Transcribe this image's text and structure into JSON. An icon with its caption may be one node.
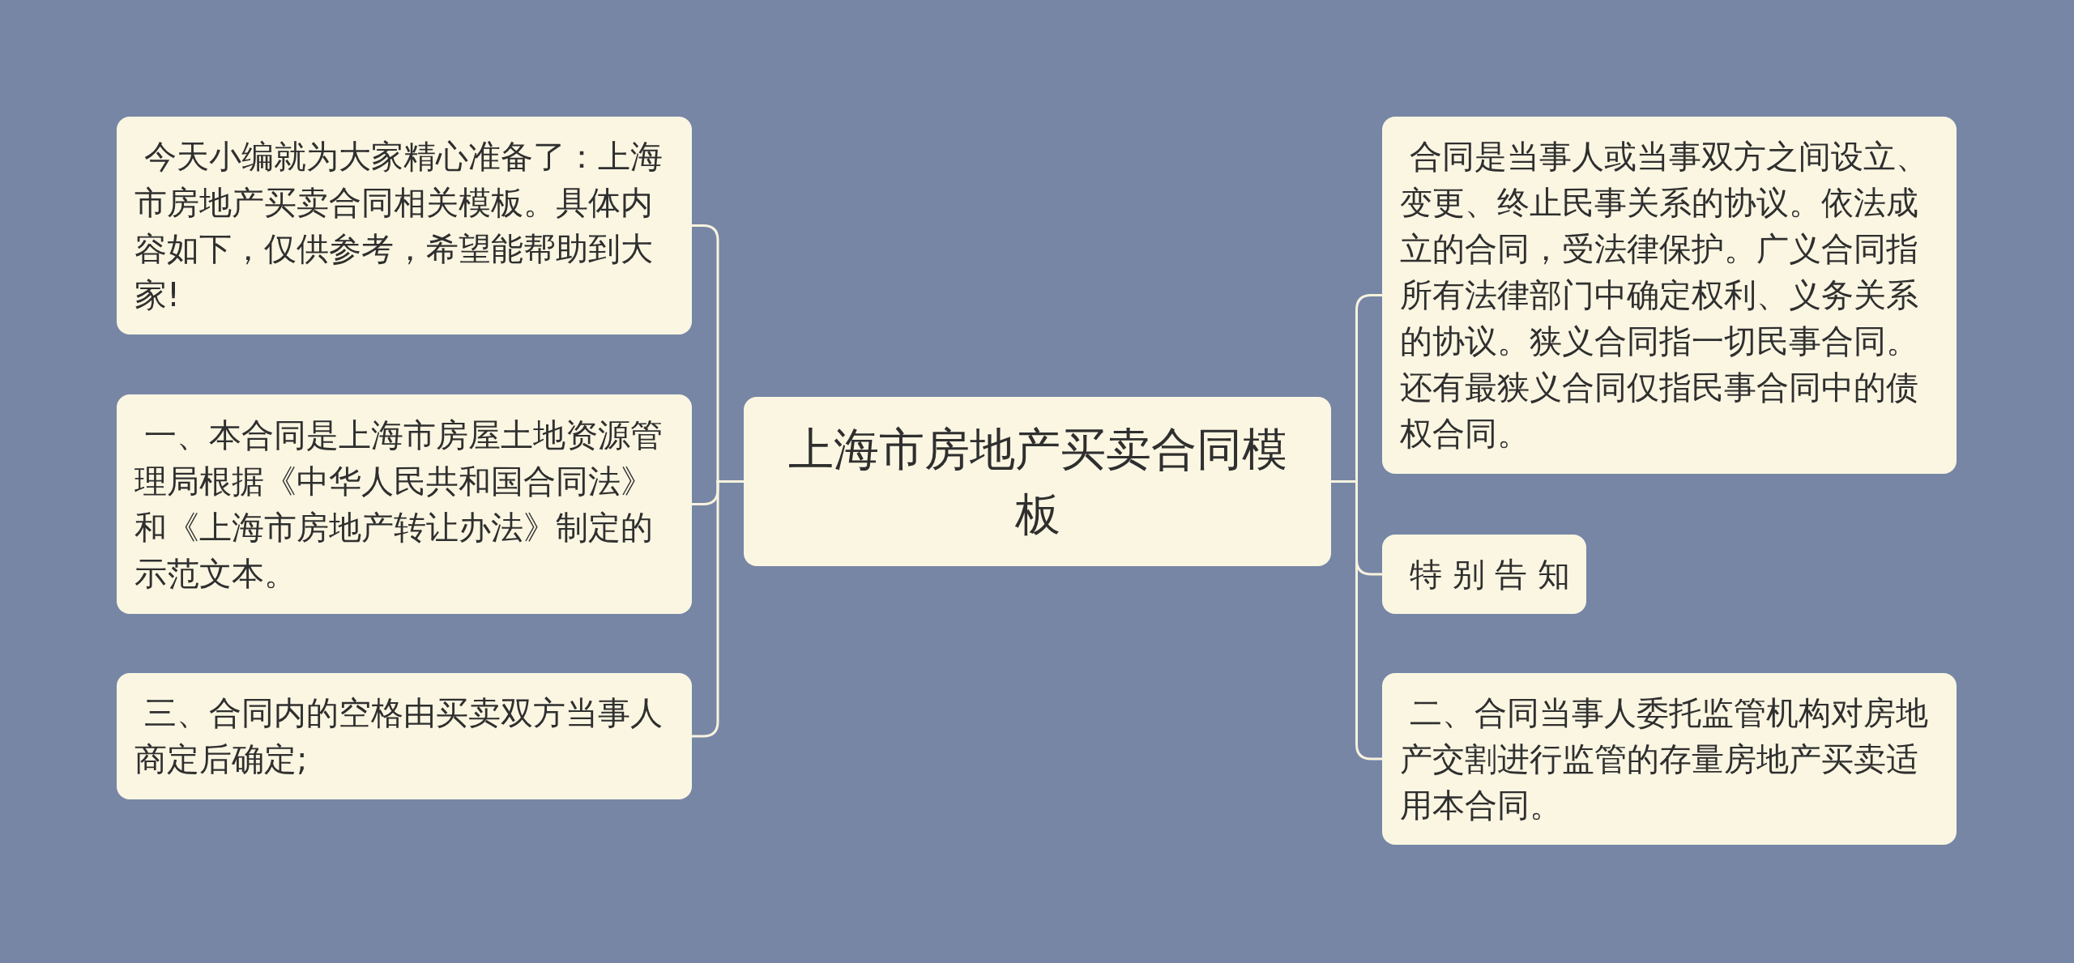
{
  "diagram": {
    "nodes": [
      {
        "text": [
          "上海市房地产买卖合同模板"
        ]
      },
      {
        "text": [
          "今天小编就为大家精心准备了：上海市房地产买卖合同相关模板。具体内容如下，仅供参考，希望能帮助到大家!"
        ]
      },
      {
        "text": [
          "一、本合同是上海市房屋土地资源管理局根据《中华人民共和国合同法》和《上海市房地产转让办法》制定的示范文本。"
        ]
      },
      {
        "text": [
          "三、合同内的空格由买卖双方当事人商定后确定;"
        ]
      },
      {
        "text": [
          "合同是当事人或当事双方之间设立、变更、终止民事关系的协议。依法成立的合同，受法律保护。广义合同指所有法律部门中确定权利、义务关系的协议。狭义合同指一切民事合同。还有最狭义合同仅指民事合同中的债权合同。"
        ]
      },
      {
        "text": [
          "特 别 告 知"
        ]
      },
      {
        "text": [
          "二、合同当事人委托监管机构对房地产交割进行监管的存量房地产买卖适用本合同。"
        ]
      }
    ],
    "edges": [
      {
        "from": 0,
        "to": 1,
        "arrow": "none"
      },
      {
        "from": 0,
        "to": 2,
        "arrow": "none"
      },
      {
        "from": 0,
        "to": 3,
        "arrow": "none"
      },
      {
        "from": 0,
        "to": 4,
        "arrow": "none"
      },
      {
        "from": 0,
        "to": 5,
        "arrow": "none"
      },
      {
        "from": 0,
        "to": 6,
        "arrow": "none"
      }
    ]
  }
}
